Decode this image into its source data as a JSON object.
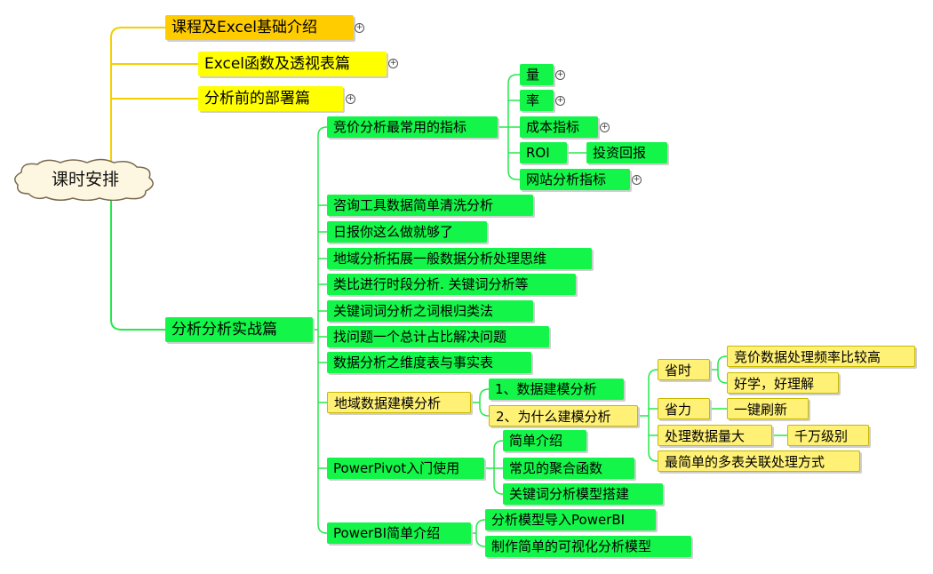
{
  "root": {
    "label": "课时安排"
  },
  "sections": [
    {
      "label": "课程及Excel基础介绍"
    },
    {
      "label": "Excel函数及透视表篇"
    },
    {
      "label": "分析前的部署篇"
    },
    {
      "label": "分析分析实战篇"
    }
  ],
  "practice": {
    "items": [
      {
        "label": "竞价分析最常用的指标"
      },
      {
        "label": "咨询工具数据简单清洗分析"
      },
      {
        "label": "日报你这么做就够了"
      },
      {
        "label": "地域分析拓展一般数据分析处理思维"
      },
      {
        "label": " 类比进行时段分析. 关键词分析等"
      },
      {
        "label": "关键词词分析之词根归类法"
      },
      {
        "label": "找问题一个总计占比解决问题"
      },
      {
        "label": "数据分析之维度表与事实表"
      },
      {
        "label": "地域数据建模分析"
      },
      {
        "label": "PowerPivot入门使用"
      },
      {
        "label": "PowerBI简单介绍"
      }
    ],
    "metrics": [
      {
        "label": "量"
      },
      {
        "label": "率"
      },
      {
        "label": "成本指标"
      },
      {
        "label": "ROI"
      },
      {
        "label": "网站分析指标"
      }
    ],
    "roi_child": {
      "label": "投资回报"
    },
    "modeling": [
      {
        "label": "1、数据建模分析"
      },
      {
        "label": "2、为什么建模分析"
      }
    ],
    "why_model": [
      {
        "label": "省时"
      },
      {
        "label": "省力"
      },
      {
        "label": "处理数据量大"
      },
      {
        "label": "最简单的多表关联处理方式"
      }
    ],
    "save_time": [
      {
        "label": "竞价数据处理频率比较高"
      },
      {
        "label": "好学，好理解"
      }
    ],
    "save_effort": [
      {
        "label": "一键刷新"
      }
    ],
    "big_data": [
      {
        "label": "千万级别"
      }
    ],
    "powerpivot": [
      {
        "label": "简单介绍"
      },
      {
        "label": "常见的聚合函数"
      },
      {
        "label": "关键词分析模型搭建"
      }
    ],
    "powerbi": [
      {
        "label": "分析模型导入PowerBI"
      },
      {
        "label": "制作简单的可视化分析模型"
      }
    ]
  },
  "expand_icon": "plus-circle-icon",
  "colors": {
    "orange": "#ffcc00",
    "yellow": "#ffff00",
    "green": "#14f54a",
    "pale_yellow": "#fff176"
  }
}
